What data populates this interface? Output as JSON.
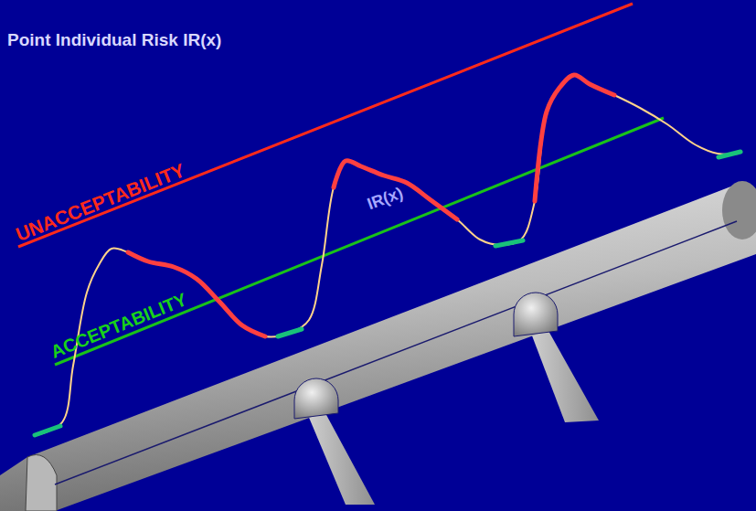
{
  "diagram": {
    "title": "Point Individual Risk IR(x)",
    "labels": [
      "UNACCEPTABILITY",
      "ACCEPTABILITY",
      "IR(x)"
    ]
  }
}
